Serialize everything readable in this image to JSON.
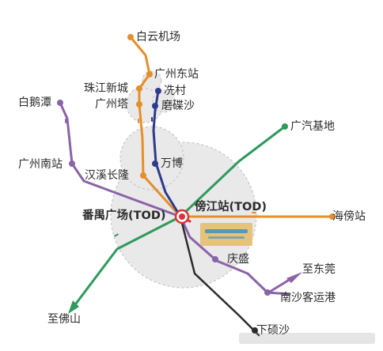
{
  "colors": {
    "orange": "#e58e2a",
    "navy": "#2e3a8c",
    "purple": "#8a63a8",
    "green": "#2f9a5c",
    "red": "#d8343a",
    "zone": "#e6e6e6",
    "text": "#2b2b2b"
  },
  "stations": {
    "baiyun_airport": "白云机场",
    "guangzhou_east": "广州东站",
    "zhujiang_xincheng": "珠江新城",
    "guangzhou_tower": "广州塔",
    "xiancun": "冼村",
    "modiesha": "磨碟沙",
    "baietan": "白鹅潭",
    "guangqi_jidi": "广汽基地",
    "guangzhou_south": "广州南站",
    "hanxi_changlong": "汉溪长隆",
    "wanbo": "万博",
    "panyu_square": "番禺广场(TOD)",
    "pangjiang": "傍江站(TOD)",
    "haibang": "海傍站",
    "qingsheng": "庆盛",
    "to_dongguan": "至东莞",
    "nansha_port": "南沙客运港",
    "to_foshan": "至佛山",
    "xiayongsha": "下硕沙"
  },
  "line_tags": {
    "line3": "",
    "line18": "",
    "line22": "",
    "line17": "",
    "line3_ext": ""
  },
  "logo_text": "",
  "watermark": ""
}
